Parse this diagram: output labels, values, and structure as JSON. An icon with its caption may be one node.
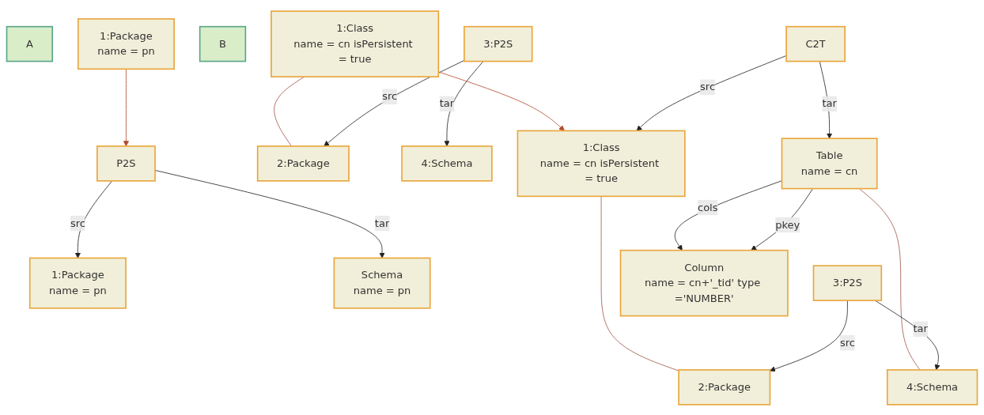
{
  "diagram": {
    "nodes": [
      {
        "text": [
          "A"
        ]
      },
      {
        "text": [
          "1:Package",
          "name = pn"
        ]
      },
      {
        "text": [
          "1:Package",
          "name = pn"
        ]
      },
      {
        "text": [
          "P2S"
        ]
      },
      {
        "text": [
          "Schema",
          "name = pn"
        ]
      },
      {
        "text": [
          "Column",
          "name = cn+'_tid' type ='NUMBER'"
        ]
      },
      {
        "text": [
          "B"
        ]
      },
      {
        "text": [
          "1:Class",
          "name = cn isPersistent = true"
        ]
      },
      {
        "text": [
          "2:Package"
        ]
      },
      {
        "text": [
          "3:P2S"
        ]
      },
      {
        "text": [
          "4:Schema"
        ]
      },
      {
        "text": [
          "1:Class",
          "name = cn isPersistent = true"
        ]
      },
      {
        "text": [
          "C2T"
        ]
      },
      {
        "text": [
          "Table",
          "name = cn"
        ]
      },
      {
        "text": [
          "2:Package"
        ]
      },
      {
        "text": [
          "3:P2S"
        ]
      },
      {
        "text": [
          "4:Schema"
        ]
      }
    ],
    "edges": [
      {
        "from": 1,
        "to": 3,
        "arrow": "to",
        "color": "#b24a2c"
      },
      {
        "from": 3,
        "to": 2,
        "arrow": "to",
        "label": "src"
      },
      {
        "from": 3,
        "to": 4,
        "arrow": "to",
        "label": "tar"
      },
      {
        "from": 13,
        "to": 5,
        "arrow": "to",
        "label": "cols"
      },
      {
        "from": 13,
        "to": 5,
        "arrow": "to",
        "label": "pkey"
      },
      {
        "from": 7,
        "to": 8,
        "arrow": "none",
        "color": "#a0564c"
      },
      {
        "from": 9,
        "to": 8,
        "arrow": "to",
        "label": "src"
      },
      {
        "from": 9,
        "to": 10,
        "arrow": "to",
        "label": "tar"
      },
      {
        "from": 7,
        "to": 11,
        "arrow": "to",
        "color": "#b24a2c"
      },
      {
        "from": 12,
        "to": 11,
        "arrow": "to",
        "label": "src"
      },
      {
        "from": 12,
        "to": 13,
        "arrow": "to",
        "label": "tar"
      },
      {
        "from": 11,
        "to": 14,
        "arrow": "none",
        "color": "#a0564c"
      },
      {
        "from": 13,
        "to": 16,
        "arrow": "none",
        "color": "#a0564c"
      },
      {
        "from": 15,
        "to": 14,
        "arrow": "to",
        "label": "src"
      },
      {
        "from": 15,
        "to": 16,
        "arrow": "to",
        "label": "tar"
      }
    ]
  }
}
